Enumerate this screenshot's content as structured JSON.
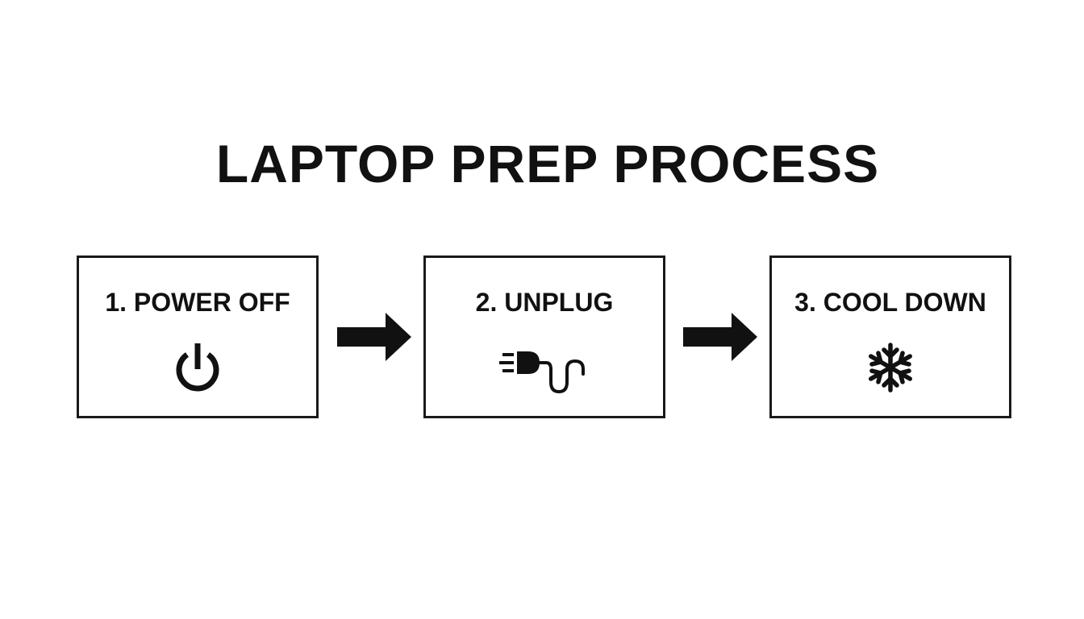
{
  "title": "LAPTOP PREP PROCESS",
  "steps": [
    {
      "label": "1. POWER OFF",
      "icon": "power-icon"
    },
    {
      "label": "2. UNPLUG",
      "icon": "plug-icon"
    },
    {
      "label": "3. COOL DOWN",
      "icon": "snowflake-icon"
    }
  ],
  "colors": {
    "ink": "#111111",
    "background": "#ffffff"
  }
}
